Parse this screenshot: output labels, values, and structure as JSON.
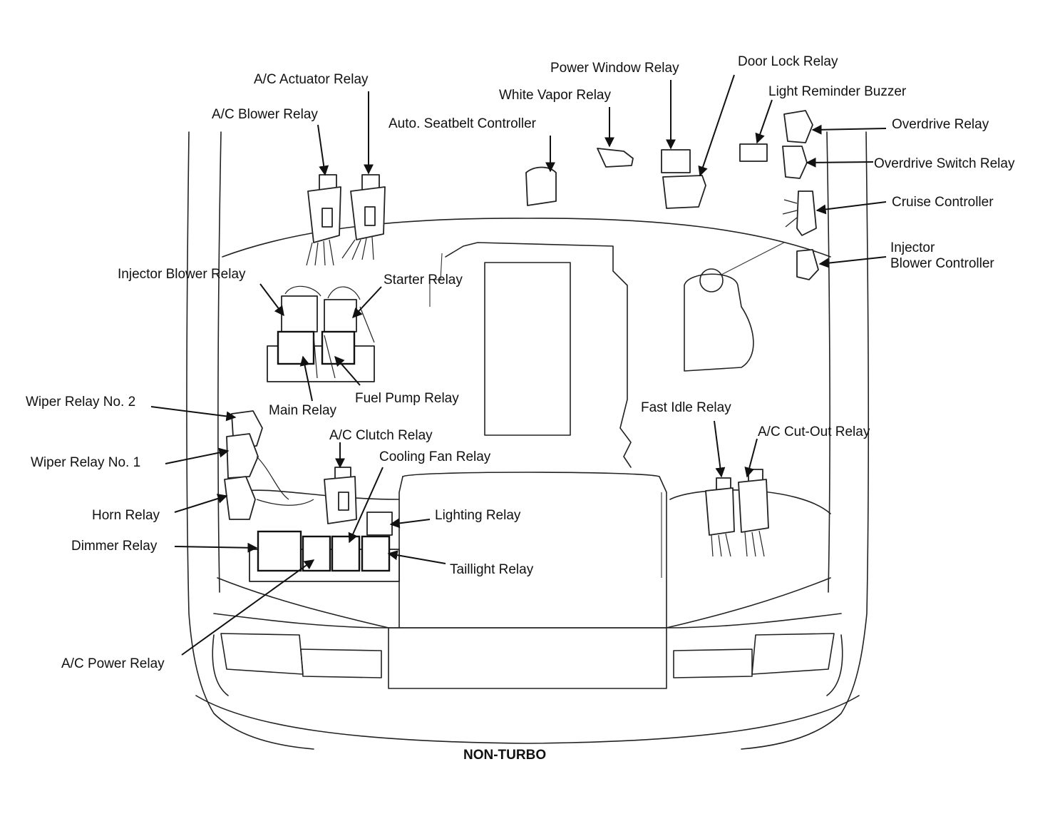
{
  "caption": "NON-TURBO",
  "labels": {
    "ac_actuator_relay": "A/C Actuator Relay",
    "ac_blower_relay": "A/C Blower Relay",
    "power_window_relay": "Power Window Relay",
    "door_lock_relay": "Door Lock Relay",
    "white_vapor_relay": "White Vapor Relay",
    "light_reminder_buzzer": "Light Reminder Buzzer",
    "auto_seatbelt_controller": "Auto. Seatbelt Controller",
    "overdrive_relay": "Overdrive Relay",
    "overdrive_switch_relay": "Overdrive Switch Relay",
    "cruise_controller": "Cruise Controller",
    "injector_blower_controller_1": "Injector",
    "injector_blower_controller_2": "Blower Controller",
    "injector_blower_relay": "Injector Blower Relay",
    "starter_relay": "Starter Relay",
    "fuel_pump_relay": "Fuel Pump Relay",
    "main_relay": "Main Relay",
    "wiper_relay_no_2": "Wiper Relay No. 2",
    "wiper_relay_no_1": "Wiper Relay No. 1",
    "horn_relay": "Horn Relay",
    "dimmer_relay": "Dimmer Relay",
    "ac_power_relay": "A/C Power Relay",
    "ac_clutch_relay": "A/C Clutch Relay",
    "cooling_fan_relay": "Cooling Fan Relay",
    "lighting_relay": "Lighting Relay",
    "taillight_relay": "Taillight Relay",
    "fast_idle_relay": "Fast Idle Relay",
    "ac_cut_out_relay": "A/C Cut-Out Relay"
  }
}
